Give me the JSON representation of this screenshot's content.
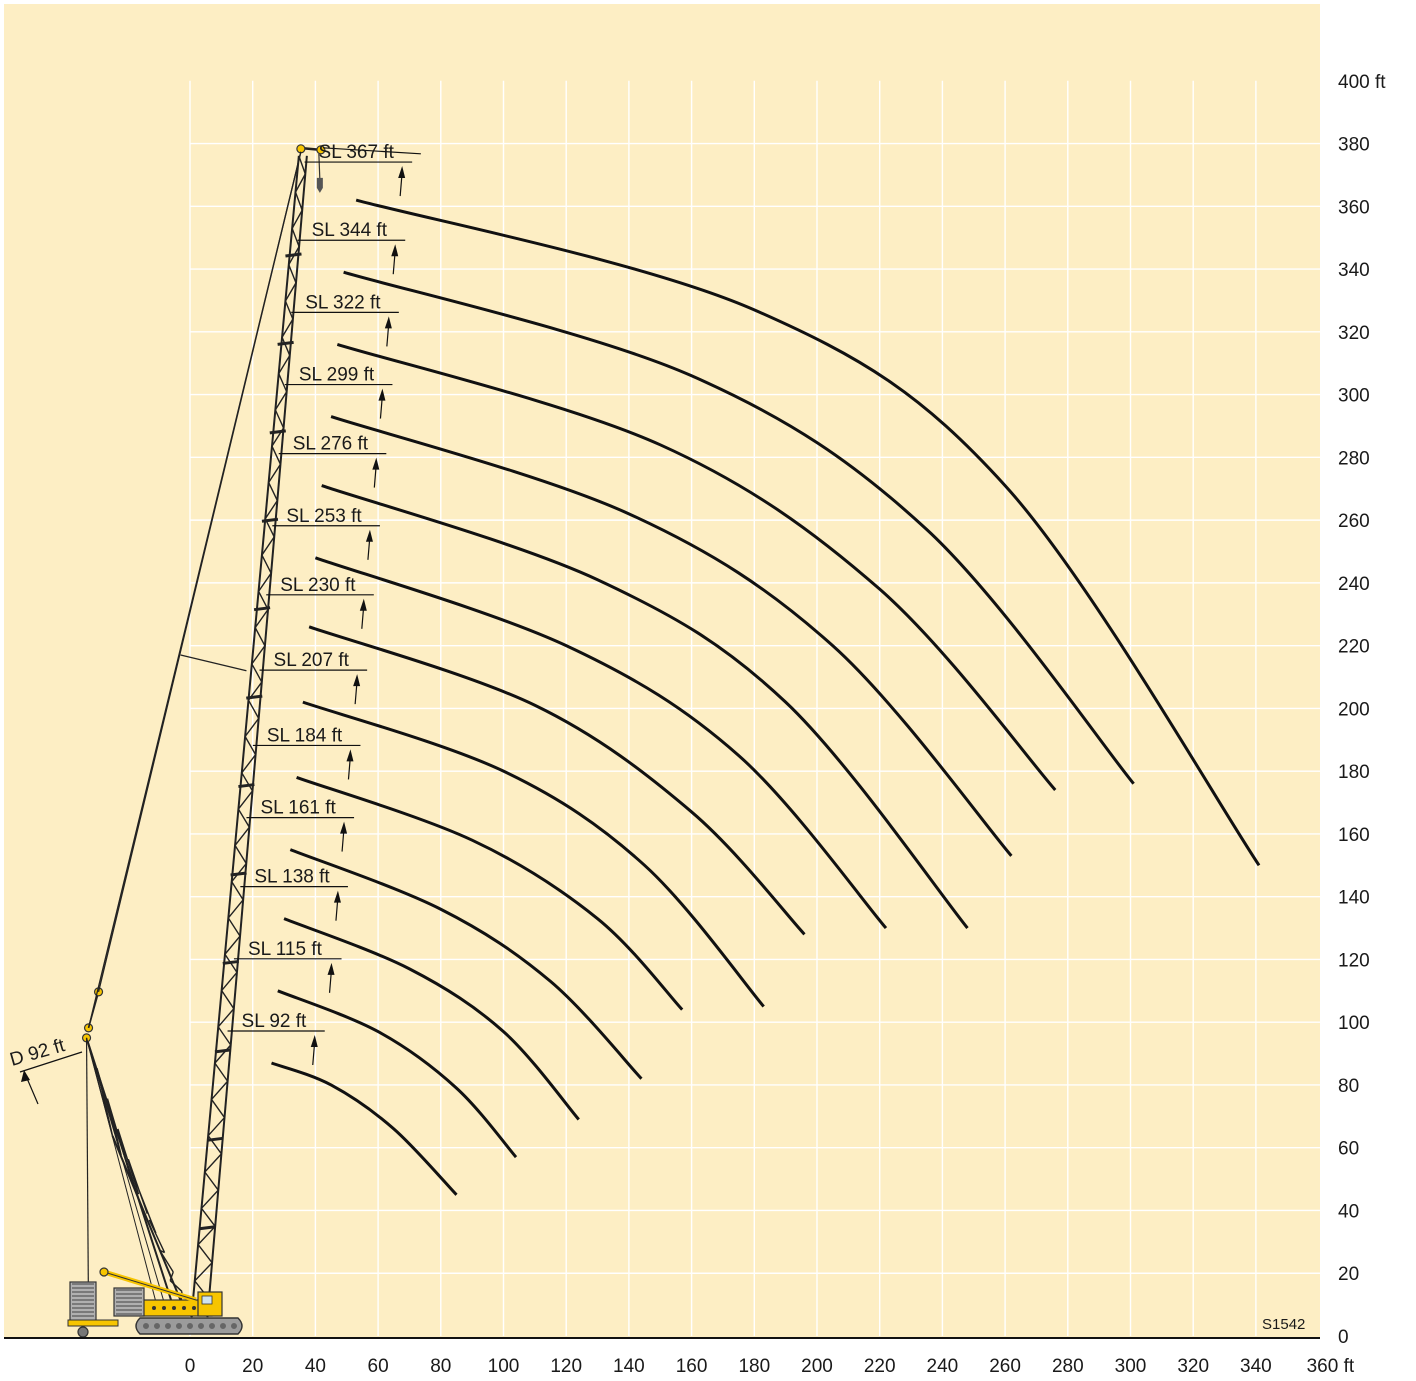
{
  "figure_code": "S1542",
  "colors": {
    "background": "#fdeec4",
    "grid": "#ffffff",
    "curve": "#111111",
    "crane_body": "#f7c500",
    "crane_dark": "#555555"
  },
  "axes": {
    "x_ticks": [
      "0",
      "20",
      "40",
      "60",
      "80",
      "100",
      "120",
      "140",
      "160",
      "180",
      "200",
      "220",
      "240",
      "260",
      "280",
      "300",
      "320",
      "340",
      "360 ft"
    ],
    "y_ticks": [
      "0",
      "20",
      "40",
      "60",
      "80",
      "100",
      "120",
      "140",
      "160",
      "180",
      "200",
      "220",
      "240",
      "260",
      "280",
      "300",
      "320",
      "340",
      "360",
      "380",
      "400 ft"
    ]
  },
  "derrick_label": "D 92 ft",
  "chart_data": {
    "type": "line",
    "xlim": [
      0,
      360
    ],
    "ylim": [
      0,
      400
    ],
    "grid": true,
    "x_unit": "ft",
    "y_unit": "ft",
    "series": [
      {
        "name": "SL 92 ft",
        "points": [
          [
            26,
            87
          ],
          [
            45,
            80
          ],
          [
            65,
            66
          ],
          [
            85,
            45
          ]
        ]
      },
      {
        "name": "SL 115 ft",
        "points": [
          [
            28,
            110
          ],
          [
            60,
            97
          ],
          [
            85,
            79
          ],
          [
            104,
            57
          ]
        ]
      },
      {
        "name": "SL 138 ft",
        "points": [
          [
            30,
            133
          ],
          [
            70,
            117
          ],
          [
            100,
            97
          ],
          [
            124,
            69
          ]
        ]
      },
      {
        "name": "SL 161 ft",
        "points": [
          [
            32,
            155
          ],
          [
            80,
            136
          ],
          [
            115,
            113
          ],
          [
            144,
            82
          ]
        ]
      },
      {
        "name": "SL 184 ft",
        "points": [
          [
            34,
            178
          ],
          [
            90,
            158
          ],
          [
            130,
            133
          ],
          [
            157,
            104
          ]
        ]
      },
      {
        "name": "SL 207 ft",
        "points": [
          [
            36,
            202
          ],
          [
            100,
            180
          ],
          [
            145,
            150
          ],
          [
            183,
            105
          ]
        ]
      },
      {
        "name": "SL 230 ft",
        "points": [
          [
            38,
            226
          ],
          [
            110,
            201
          ],
          [
            160,
            167
          ],
          [
            196,
            128
          ]
        ]
      },
      {
        "name": "SL 253 ft",
        "points": [
          [
            40,
            248
          ],
          [
            120,
            220
          ],
          [
            175,
            185
          ],
          [
            222,
            130
          ]
        ]
      },
      {
        "name": "SL 276 ft",
        "points": [
          [
            42,
            271
          ],
          [
            130,
            241
          ],
          [
            190,
            202
          ],
          [
            248,
            130
          ]
        ]
      },
      {
        "name": "SL 299 ft",
        "points": [
          [
            45,
            293
          ],
          [
            140,
            262
          ],
          [
            205,
            220
          ],
          [
            262,
            153
          ]
        ]
      },
      {
        "name": "SL 322 ft",
        "points": [
          [
            47,
            316
          ],
          [
            150,
            284
          ],
          [
            220,
            238
          ],
          [
            276,
            174
          ]
        ]
      },
      {
        "name": "SL 344 ft",
        "points": [
          [
            49,
            339
          ],
          [
            160,
            306
          ],
          [
            235,
            257
          ],
          [
            301,
            176
          ]
        ]
      },
      {
        "name": "SL 367 ft",
        "points": [
          [
            53,
            362
          ],
          [
            180,
            327
          ],
          [
            260,
            271
          ],
          [
            341,
            150
          ]
        ]
      }
    ]
  }
}
